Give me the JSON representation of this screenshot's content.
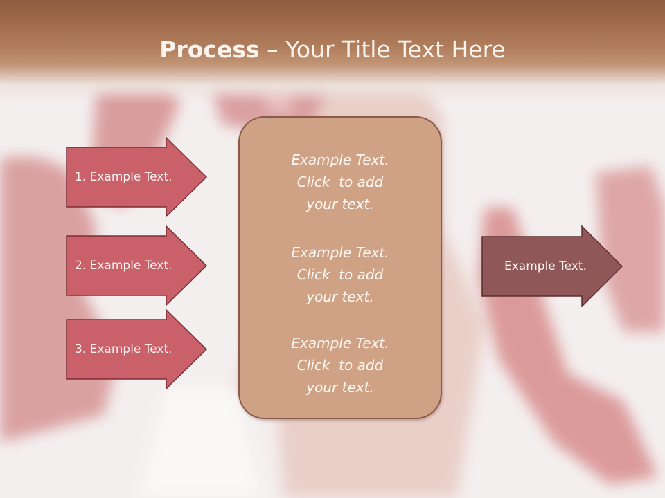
{
  "slide": {
    "title_bold": "Process",
    "title_rest": " – Your Title Text Here"
  },
  "left_arrows": [
    {
      "label": "1. Example Text."
    },
    {
      "label": "2. Example Text."
    },
    {
      "label": "3. Example Text."
    }
  ],
  "center_box": {
    "blocks": [
      {
        "lines": [
          "Example Text.",
          "Click  to add",
          "your text."
        ]
      },
      {
        "lines": [
          "Example Text.",
          "Click  to add",
          "your text."
        ]
      },
      {
        "lines": [
          "Example Text.",
          "Click  to add",
          "your text."
        ]
      }
    ]
  },
  "right_arrow": {
    "label": "Example Text."
  },
  "colors": {
    "left_arrow_fill": "#c9606a",
    "right_arrow_fill": "#8f5757",
    "box_fill": "#d0a285",
    "title_bar": "#a06d4c"
  }
}
